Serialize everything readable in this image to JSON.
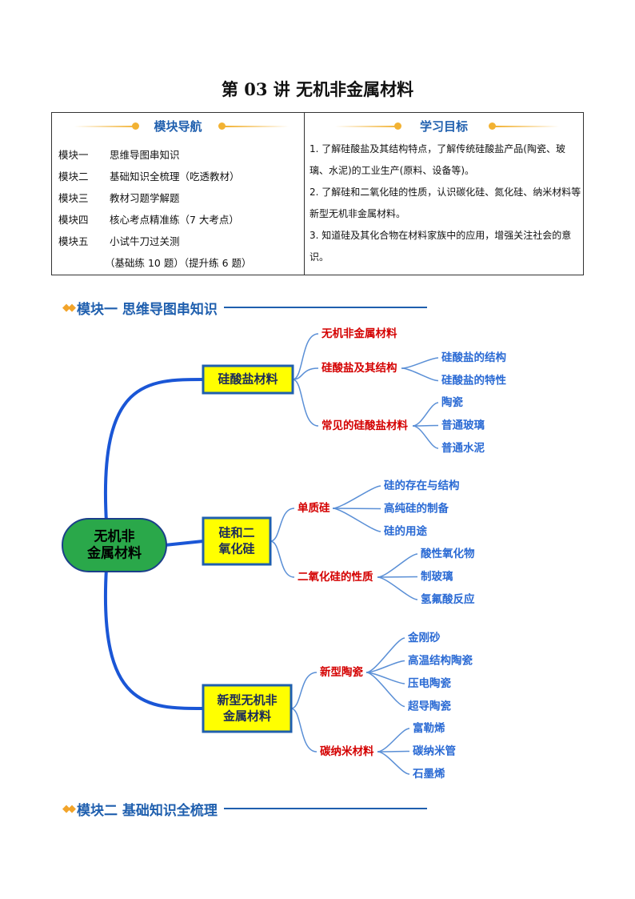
{
  "title": "第 03 讲  无机非金属材料",
  "nav_header": "模块导航",
  "goals_header": "学习目标",
  "nav_items": [
    {
      "key": "模块一",
      "label": "思维导图串知识"
    },
    {
      "key": "模块二",
      "label": "基础知识全梳理（吃透教材）"
    },
    {
      "key": "模块三",
      "label": "教材习题学解题"
    },
    {
      "key": "模块四",
      "label": "核心考点精准练（7 大考点）"
    },
    {
      "key": "模块五",
      "label": "小试牛刀过关测"
    }
  ],
  "nav_extra": "（基础练 10 题）（提升练 6 题）",
  "goals": [
    "1. 了解硅酸盐及其结构特点，了解传统硅酸盐产品(陶瓷、玻璃、水泥)的工业生产(原料、设备等)。",
    "2. 了解硅和二氧化硅的性质，认识碳化硅、氮化硅、纳米材料等新型无机非金属材料。",
    "3. 知道硅及其化合物在材料家族中的应用，增强关注社会的意识。"
  ],
  "section1": "模块一 思维导图串知识",
  "section2": "模块二 基础知识全梳理",
  "mindmap": {
    "root": [
      "无机非",
      "金属材料"
    ],
    "branches": [
      {
        "label": [
          "硅酸盐材料"
        ],
        "subs": [
          {
            "label": "无机非金属材料",
            "leaves": []
          },
          {
            "label": "硅酸盐及其结构",
            "leaves": [
              "硅酸盐的结构",
              "硅酸盐的特性"
            ]
          },
          {
            "label": "常见的硅酸盐材料",
            "leaves": [
              "陶瓷",
              "普通玻璃",
              "普通水泥"
            ]
          }
        ]
      },
      {
        "label": [
          "硅和二",
          "氧化硅"
        ],
        "subs": [
          {
            "label": "单质硅",
            "leaves": [
              "硅的存在与结构",
              "高纯硅的制备",
              "硅的用途"
            ]
          },
          {
            "label": "二氧化硅的性质",
            "leaves": [
              "酸性氧化物",
              "制玻璃",
              "氢氟酸反应"
            ]
          }
        ]
      },
      {
        "label": [
          "新型无机非",
          "金属材料"
        ],
        "subs": [
          {
            "label": "新型陶瓷",
            "leaves": [
              "金刚砂",
              "高温结构陶瓷",
              "压电陶瓷",
              "超导陶瓷"
            ]
          },
          {
            "label": "碳纳米材料",
            "leaves": [
              "富勒烯",
              "碳纳米管",
              "石墨烯"
            ]
          }
        ]
      }
    ],
    "colors": {
      "root_fill": "#2aa84a",
      "branch_fill": "#ffff00",
      "branch_border": "#1f5fae",
      "connector": "#1a56d6",
      "sub_text": "#d40000",
      "leaf_text": "#2a6ad4",
      "thin_line": "#5a8fd6"
    }
  }
}
